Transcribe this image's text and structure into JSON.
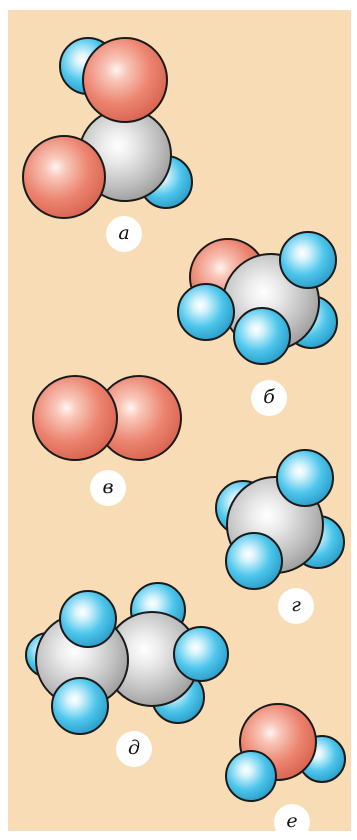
{
  "background": "#f7dcb6",
  "colors": {
    "oxygen": "#ec8470",
    "carbon": "#c8c8c8",
    "hydrogen": "#4ec6ec",
    "outline": "#1a1a1a"
  },
  "molecules": [
    {
      "id": "a",
      "label": "а",
      "atoms": [
        "hydrogen",
        "oxygen",
        "carbon",
        "oxygen",
        "hydrogen"
      ]
    },
    {
      "id": "b",
      "label": "б",
      "atoms": [
        "oxygen",
        "hydrogen",
        "carbon",
        "hydrogen",
        "hydrogen",
        "hydrogen"
      ]
    },
    {
      "id": "v",
      "label": "в",
      "atoms": [
        "oxygen",
        "oxygen"
      ]
    },
    {
      "id": "g",
      "label": "г",
      "atoms": [
        "hydrogen",
        "hydrogen",
        "carbon",
        "hydrogen",
        "hydrogen"
      ]
    },
    {
      "id": "d",
      "label": "д",
      "atoms": [
        "hydrogen",
        "hydrogen",
        "hydrogen",
        "carbon",
        "carbon",
        "hydrogen",
        "hydrogen",
        "hydrogen"
      ]
    },
    {
      "id": "e",
      "label": "е",
      "atoms": [
        "hydrogen",
        "oxygen",
        "hydrogen"
      ]
    }
  ]
}
